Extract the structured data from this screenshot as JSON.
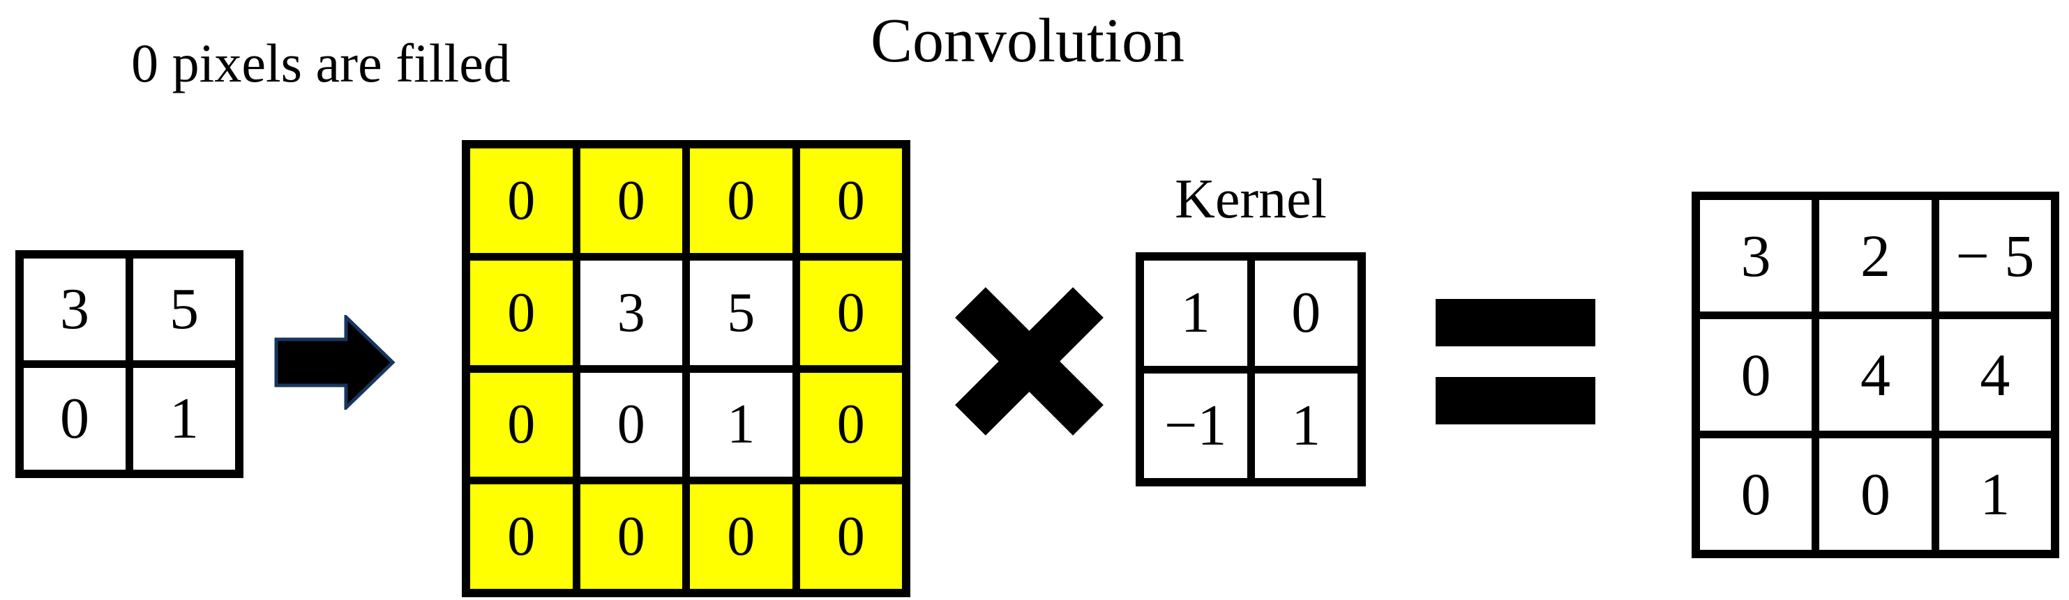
{
  "labels": {
    "padding_note": "0 pixels are filled",
    "convolution_title": "Convolution",
    "kernel_label": "Kernel"
  },
  "input_matrix": {
    "rows": [
      [
        "3",
        "5"
      ],
      [
        "0",
        "1"
      ]
    ]
  },
  "padded_matrix": {
    "rows": [
      [
        "0",
        "0",
        "0",
        "0"
      ],
      [
        "0",
        "3",
        "5",
        "0"
      ],
      [
        "0",
        "0",
        "1",
        "0"
      ],
      [
        "0",
        "0",
        "0",
        "0"
      ]
    ],
    "padding_fill": "#FFFF00"
  },
  "kernel_matrix": {
    "rows": [
      [
        "1",
        "0"
      ],
      [
        "−1",
        "1"
      ]
    ]
  },
  "output_matrix": {
    "rows": [
      [
        "3",
        "2",
        "− 5"
      ],
      [
        "0",
        "4",
        "4"
      ],
      [
        "0",
        "0",
        "1"
      ]
    ]
  },
  "operators": {
    "arrow": "right-block-arrow",
    "multiply": "heavy-x",
    "equals": "heavy-equals"
  },
  "colors": {
    "background": "#FFFFFF",
    "matrix_border": "#000000",
    "cell_fill": "#FFFFFF",
    "padding_yellow": "#FFFF00",
    "operator_fill": "#000000",
    "arrow_outline": "#17365D",
    "text": "#000000"
  }
}
